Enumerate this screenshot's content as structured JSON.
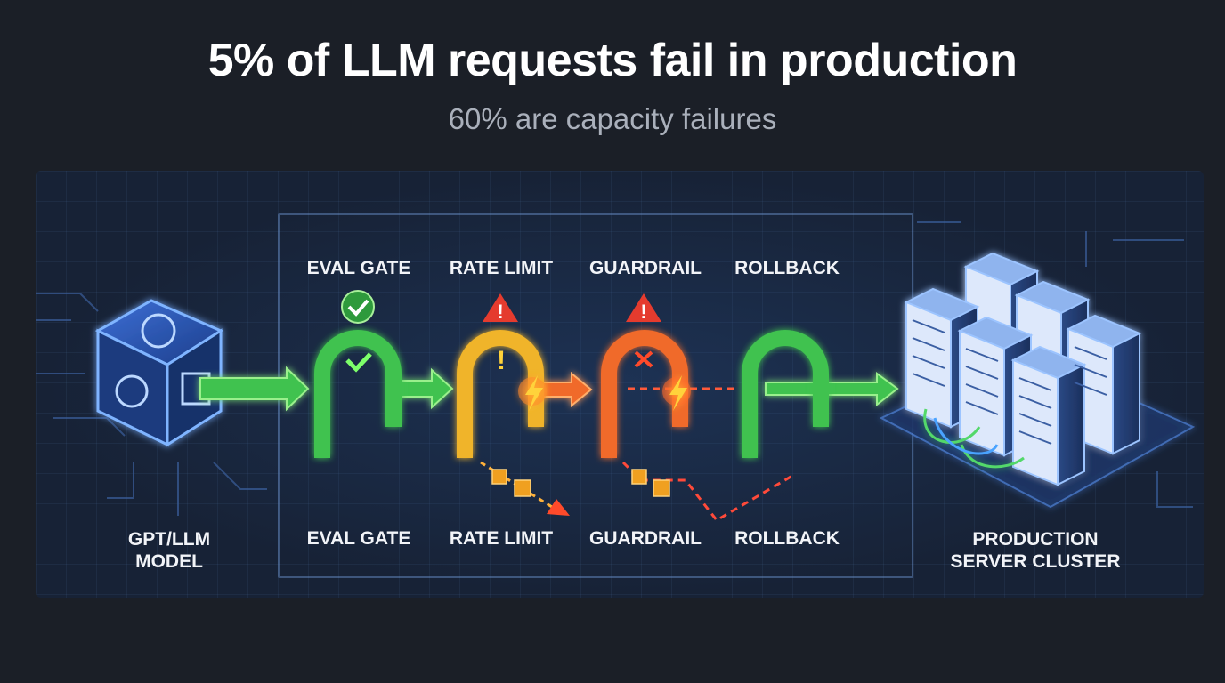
{
  "title": "5% of LLM requests fail in production",
  "subtitle": "60% are capacity failures",
  "source": {
    "label_line1": "GPT/LLM",
    "label_line2": "MODEL",
    "icon": "llm-cube-icon"
  },
  "stages_top": [
    {
      "label": "EVAL GATE",
      "status": "pass",
      "color": "#3fc24f"
    },
    {
      "label": "RATE LIMIT",
      "status": "warning",
      "color": "#f0b429"
    },
    {
      "label": "GUARDRAIL",
      "status": "warning",
      "color": "#f06a2a"
    },
    {
      "label": "ROLLBACK",
      "status": "pass",
      "color": "#3fc24f"
    }
  ],
  "stages_bottom": [
    {
      "label": "EVAL GATE"
    },
    {
      "label": "RATE LIMIT"
    },
    {
      "label": "GUARDRAIL"
    },
    {
      "label": "ROLLBACK"
    }
  ],
  "target": {
    "label_line1": "PRODUCTION",
    "label_line2": "SERVER CLUSTER",
    "icon": "server-cluster-icon"
  }
}
